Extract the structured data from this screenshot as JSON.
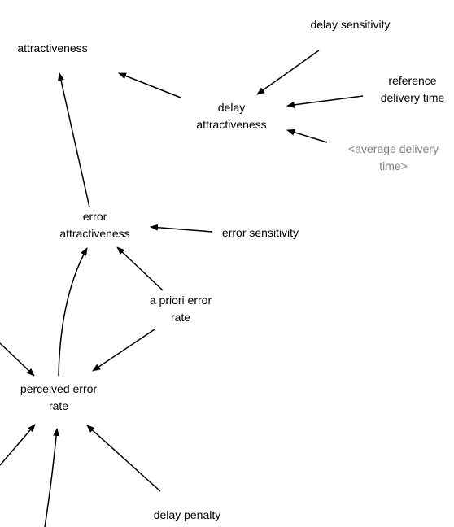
{
  "diagram": {
    "colors": {
      "text": "#000000",
      "shadow_text": "#808080",
      "arrow": "#000000",
      "background": "#ffffff"
    },
    "nodes": {
      "attractiveness": {
        "line1": "attractiveness"
      },
      "delay_sensitivity": {
        "line1": "delay sensitivity"
      },
      "reference_delivery_time": {
        "line1": "reference",
        "line2": "delivery time"
      },
      "delay_attractiveness": {
        "line1": "delay",
        "line2": "attractiveness"
      },
      "average_delivery_time": {
        "line1": "<average delivery",
        "line2": "time>"
      },
      "error_attractiveness": {
        "line1": "error",
        "line2": "attractiveness"
      },
      "error_sensitivity": {
        "line1": "error sensitivity"
      },
      "a_priori_error_rate": {
        "line1": "a priori error",
        "line2": "rate"
      },
      "perceived_error_rate": {
        "line1": "perceived error",
        "line2": "rate"
      },
      "delay_penalty": {
        "line1": "delay penalty"
      }
    },
    "links": [
      {
        "from": "delay attractiveness",
        "to": "attractiveness"
      },
      {
        "from": "error attractiveness",
        "to": "attractiveness"
      },
      {
        "from": "delay sensitivity",
        "to": "delay attractiveness"
      },
      {
        "from": "reference delivery time",
        "to": "delay attractiveness"
      },
      {
        "from": "<average delivery time>",
        "to": "delay attractiveness"
      },
      {
        "from": "error sensitivity",
        "to": "error attractiveness"
      },
      {
        "from": "a priori error rate",
        "to": "error attractiveness"
      },
      {
        "from": "perceived error rate",
        "to": "error attractiveness"
      },
      {
        "from": "a priori error rate",
        "to": "perceived error rate"
      },
      {
        "from": "delay penalty",
        "to": "perceived error rate"
      },
      {
        "from": "(offscreen, left-upper)",
        "to": "perceived error rate"
      },
      {
        "from": "(offscreen, left-lower)",
        "to": "perceived error rate"
      },
      {
        "from": "(offscreen, bottom)",
        "to": "perceived error rate"
      }
    ]
  }
}
